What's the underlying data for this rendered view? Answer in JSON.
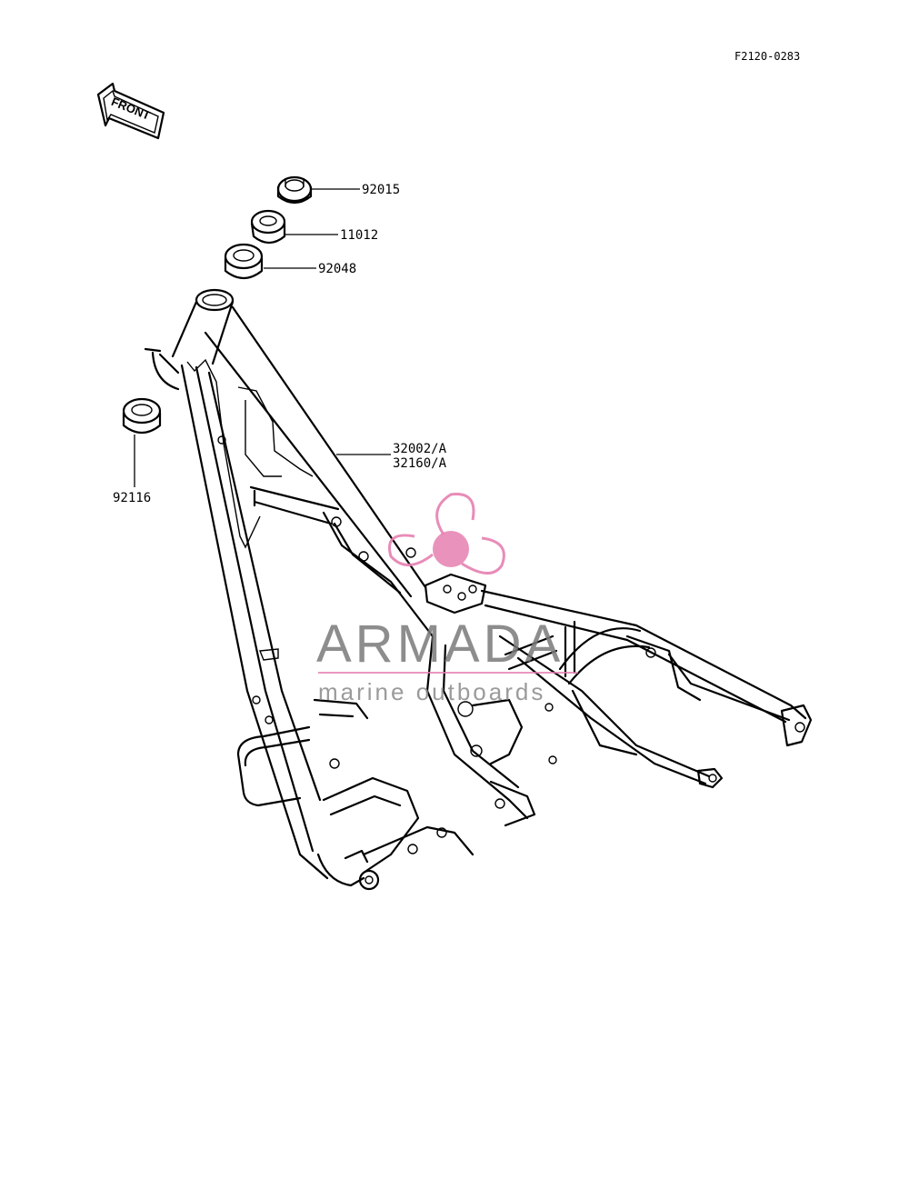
{
  "diagram": {
    "code": "F2120-0283",
    "front_label": "FRONT",
    "parts": [
      {
        "number": "92015"
      },
      {
        "number": "11012"
      },
      {
        "number": "92048"
      },
      {
        "number": "32002/A"
      },
      {
        "number": "32160/A"
      },
      {
        "number": "92116"
      }
    ]
  },
  "watermark": {
    "brand": "ARMADA",
    "tagline": "marine outboards",
    "accent_color": "#e57fb0"
  }
}
